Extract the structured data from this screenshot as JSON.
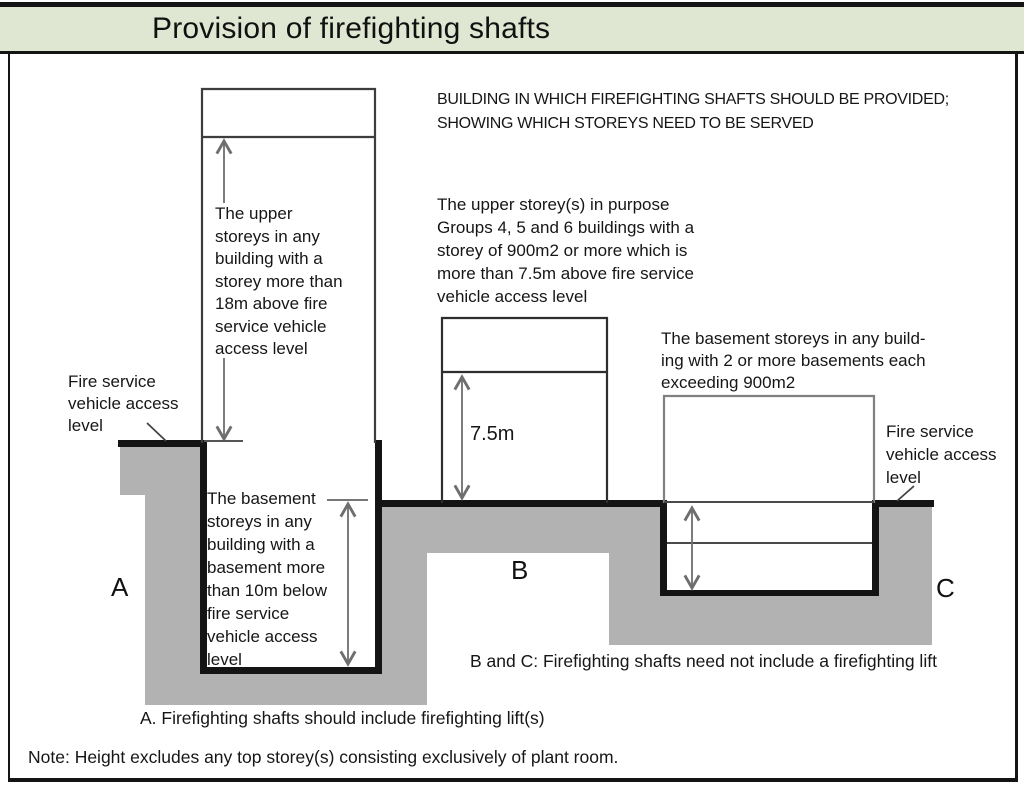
{
  "title": "Provision of firefighting shafts",
  "heading": "BUILDING IN WHICH FIREFIGHTING SHAFTS SHOULD BE PROVIDED;\nSHOWING WHICH STOREYS NEED TO BE SERVED",
  "access_level_left": "Fire service\nvehicle access\nlevel",
  "access_level_right": "Fire service\nvehicle access\nlevel",
  "building_a": {
    "label": "A",
    "upper_note": "The upper\nstoreys in any\nbuilding with a\nstorey more than\n18m above fire\nservice vehicle\naccess level",
    "basement_note": "The basement\nstoreys in any\nbuilding with a\nbasement more\nthan 10m below\nfire service\nvehicle access\nlevel",
    "caption": "A. Firefighting shafts should include firefighting lift(s)"
  },
  "building_b": {
    "label": "B",
    "note": "The upper storey(s) in purpose\nGroups 4, 5 and 6 buildings with a\nstorey of 900m2 or more which is\nmore than 7.5m above fire service\nvehicle access level",
    "height_dimension": "7.5m"
  },
  "building_c": {
    "label": "C",
    "note": "The basement storeys in any build-\ning with 2 or more basements each\nexceeding 900m2"
  },
  "caption_b_c": "B and C: Firefighting shafts need not include a firefighting lift",
  "footnote": "Note: Height excludes any top storey(s) consisting exclusively of plant room.",
  "colors": {
    "title_band_bg": "#dfe7d2",
    "ground_fill": "#b2b2b2",
    "line_black": "#141414",
    "arrow_gray": "#6e6e6e"
  }
}
